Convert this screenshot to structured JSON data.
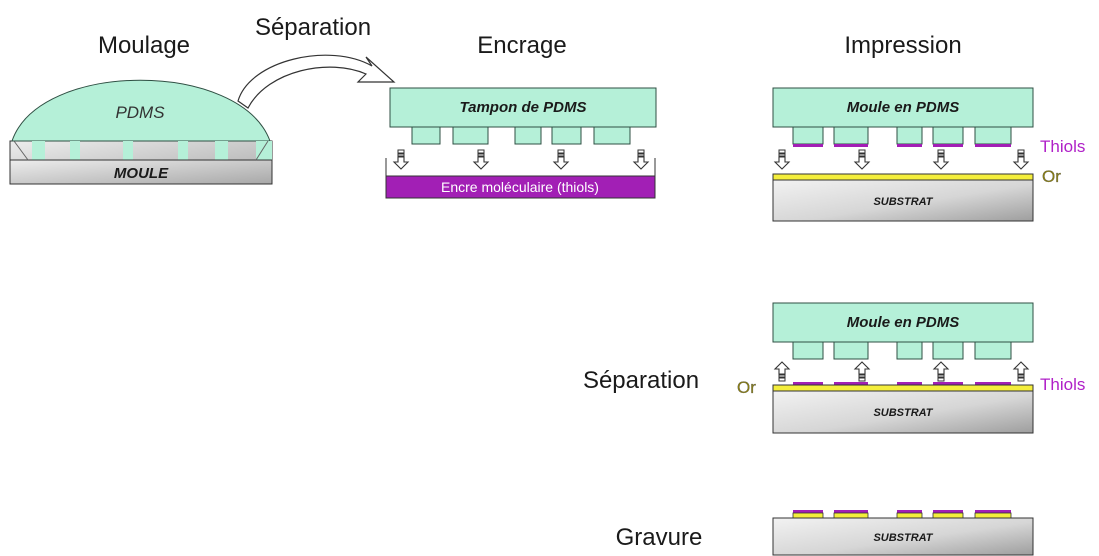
{
  "colors": {
    "pdms": "#b5f0d8",
    "pdms_stroke": "#2f4f43",
    "ink": "#a21fb5",
    "gold": "#f4ee3c",
    "thiol_text": "#b020c8",
    "or_text": "#8a7f12"
  },
  "titles": {
    "moulage": "Moulage",
    "separation_top": "Séparation",
    "encrage": "Encrage",
    "impression": "Impression",
    "separation_side": "Séparation",
    "gravure": "Gravure"
  },
  "moulage": {
    "pdms_label": "PDMS",
    "mold_label": "MOULE"
  },
  "encrage": {
    "stamp_label": "Tampon de PDMS",
    "ink_label": "Encre moléculaire (thiols)"
  },
  "impression": {
    "stamp_label": "Moule en PDMS",
    "thiols_label": "Thiols",
    "or_label": "Or",
    "substrate_label": "SUBSTRAT"
  },
  "separation": {
    "stamp_label": "Moule en PDMS",
    "thiols_label": "Thiols",
    "or_label": "Or",
    "substrate_label": "SUBSTRAT"
  },
  "gravure": {
    "substrate_label": "SUBSTRAT"
  }
}
